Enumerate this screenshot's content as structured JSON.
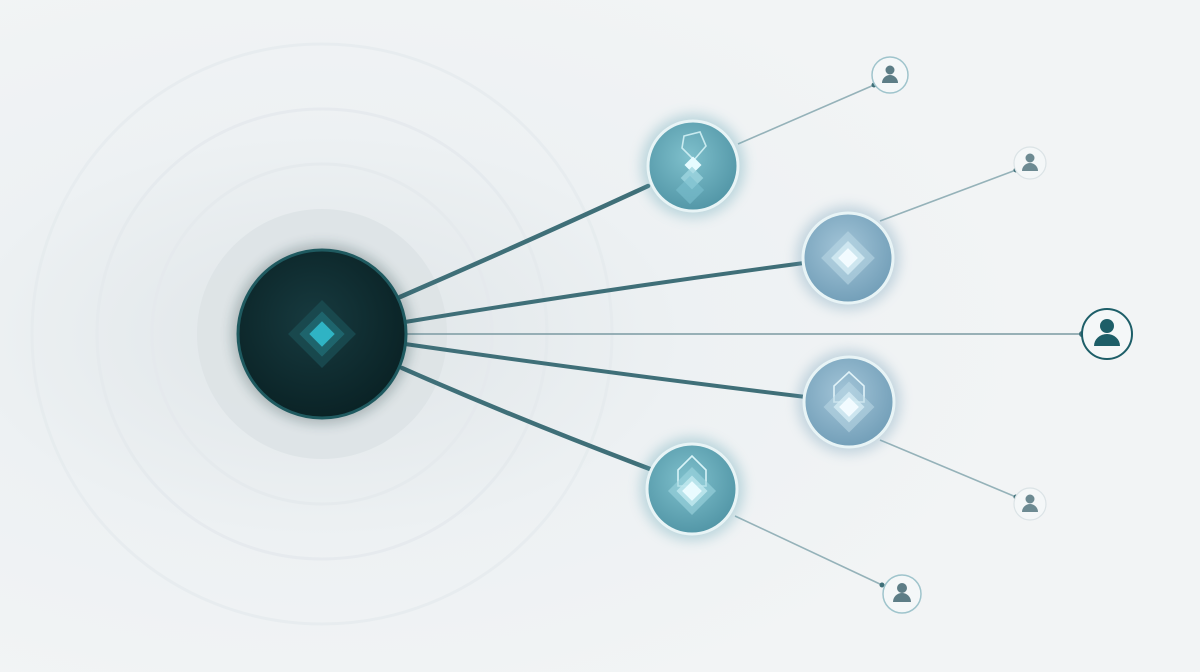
{
  "colors": {
    "background": "#eef1f3",
    "hub_fill": "#0e2a2e",
    "hub_ring": "#1f5a60",
    "hub_glyph": "#2fb3c4",
    "connector": "#3f6f78",
    "connector_thin": "#8aa9b0",
    "node_fill": "#5fa3b3",
    "node_fill_alt": "#7eaac4",
    "node_ring": "#e8f4f6",
    "node_glyph": "#c9f2f8",
    "user_fill": "#f4f7f8",
    "user_ring": "#9fc4cc",
    "user_icon": "#5d7d86",
    "user_icon_primary": "#1d5e68"
  },
  "hub": {
    "icon": "layered-diamond-icon"
  },
  "nodes": [
    {
      "id": "node-1",
      "icon": "pendant-diamond-icon",
      "variant": "teal"
    },
    {
      "id": "node-2",
      "icon": "layered-diamond-icon",
      "variant": "blue"
    },
    {
      "id": "node-3",
      "icon": "pendant-diamond-icon",
      "variant": "blue"
    },
    {
      "id": "node-4",
      "icon": "pendant-diamond-icon",
      "variant": "teal"
    }
  ],
  "users": [
    {
      "id": "user-1",
      "icon": "user-icon",
      "primary": false
    },
    {
      "id": "user-2",
      "icon": "user-icon",
      "primary": false
    },
    {
      "id": "user-3",
      "icon": "user-icon",
      "primary": true
    },
    {
      "id": "user-4",
      "icon": "user-icon",
      "primary": false
    },
    {
      "id": "user-5",
      "icon": "user-icon",
      "primary": false
    }
  ]
}
